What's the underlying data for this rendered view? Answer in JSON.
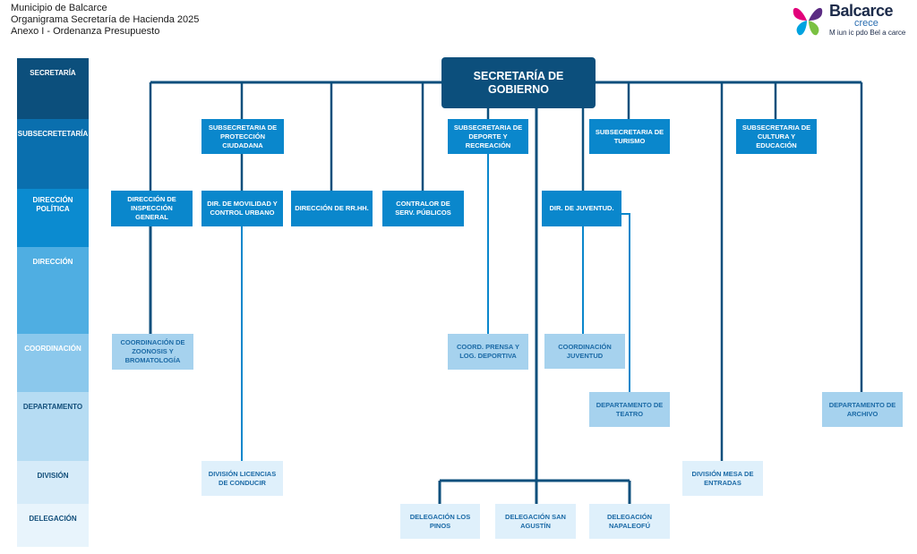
{
  "header": {
    "line1": "Municipio de Balcarce",
    "line2": "Organigrama Secretaría de Hacienda 2025",
    "line3": "Anexo I - Ordenanza Presupuesto"
  },
  "logo": {
    "name": "Balcarce",
    "tagline": "crece",
    "subtitle": "M  iun  ic pdo Bel  a carce",
    "icon": "butterfly-icon",
    "colors": [
      "#e2007a",
      "#7ac142",
      "#00a3e0",
      "#5b2c83"
    ]
  },
  "levels": [
    "SECRETARÍA",
    "SUBSECRETETARÍA",
    "DIRECCIÓN POLÍTICA",
    "DIRECCIÓN",
    "COORDINACIÓN",
    "DEPARTAMENTO",
    "DIVISIÓN",
    "DELEGACIÓN"
  ],
  "colors": {
    "main": "#0c4f7c",
    "sub": "#0a87cc",
    "light": "#a6d2ee",
    "pale": "#dff0fb",
    "line": "#0c4f7c"
  },
  "org": {
    "secretaria": "SECRETARÍA DE GOBIERNO",
    "sub_proteccion": "SUBSECRETARIA DE PROTECCIÓN CIUDADANA",
    "sub_deporte": "SUBSECRETARIA DE DEPORTE Y RECREACIÓN",
    "sub_turismo": "SUBSECRETARIA DE TURISMO",
    "sub_cultura": "SUBSECRETARIA DE CULTURA Y EDUCACIÓN",
    "dir_inspeccion": "DIRECCIÓN DE INSPECCIÓN GENERAL",
    "dir_movilidad": "DIR. DE MOVILIDAD Y CONTROL URBANO",
    "dir_rrhh": "DIRECCIÓN DE RR.HH.",
    "contralor": "CONTRALOR DE SERV. PÚBLICOS",
    "dir_juventud": "DIR. DE JUVENTUD.",
    "coord_zoonosis": "COORDINACIÓN DE ZOONOSIS Y BROMATOLOGÍA",
    "coord_prensa": "COORD. PRENSA Y LOG. DEPORTIVA",
    "coord_juventud": "COORDINACIÓN JUVENTUD",
    "depto_teatro": "DEPARTAMENTO DE TEATRO",
    "depto_archivo": "DEPARTAMENTO DE ARCHIVO",
    "div_licencias": "DIVISIÓN LICENCIAS DE CONDUCIR",
    "div_mesa": "DIVISIÓN MESA DE ENTRADAS",
    "del_pinos": "DELEGACIÓN LOS PINOS",
    "del_agustin": "DELEGACIÓN SAN AGUSTÍN",
    "del_napaleofu": "DELEGACIÓN NAPALEOFÚ"
  }
}
